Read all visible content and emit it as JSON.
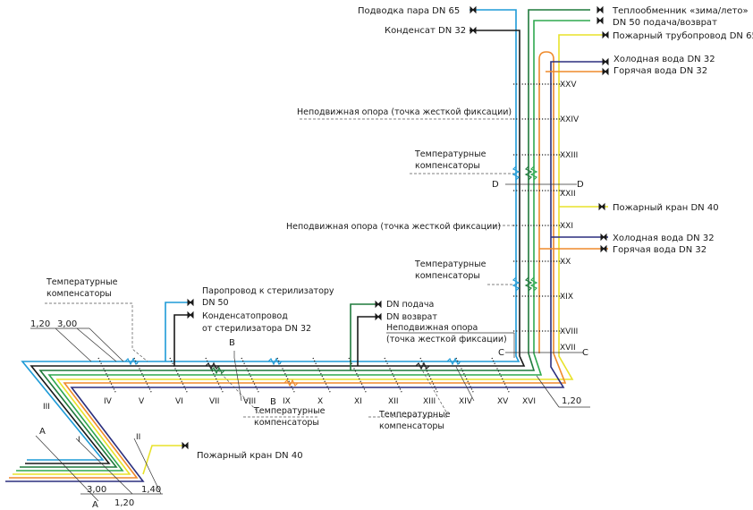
{
  "colors": {
    "steam": "#1e9bd7",
    "condensate": "#1a1a1a",
    "heat_exchanger": "#1f7a3c",
    "supply_return": "#2fa84f",
    "fire": "#e8e22a",
    "hot_water": "#ef8a2b",
    "cold_water": "#2b2f7e"
  },
  "labels": {
    "steam_supply": "Подводка пара DN 65",
    "condensate": "Конденсат DN 32",
    "heat_exchanger": "Теплообменник «зима/лето»",
    "dn50_supply_return": "DN 50 подача/возврат",
    "fire_pipeline": "Пожарный трубопровод DN 65",
    "cold_water_top": "Холодная вода DN 32",
    "hot_water_top": "Горячая вода DN 32",
    "fixed_support_top": "Неподвижная опора (точка жесткой фиксации)",
    "temp_comp_top_1": "Температурные",
    "temp_comp_top_2": "компенсаторы",
    "fire_hydrant_right": "Пожарный кран DN 40",
    "fixed_support_mid": "Неподвижная опора (точка жесткой фиксации)",
    "cold_water_mid": "Холодная вода DN 32",
    "hot_water_mid": "Горячая вода DN 32",
    "temp_comp_mid_1": "Температурные",
    "temp_comp_mid_2": "компенсаторы",
    "fixed_support_low_1": "Неподвижная опора",
    "fixed_support_low_2": "(точка жесткой фиксации)",
    "temp_comp_left_1": "Температурные",
    "temp_comp_left_2": "компенсаторы",
    "steam_to_sterilizer_1": "Паропровод к стерилизатору",
    "steam_to_sterilizer_2": "DN 50",
    "cond_from_sterilizer_1": "Конденсатопровод",
    "cond_from_sterilizer_2": "от стерилизатора DN 32",
    "dn_supply": "DN подача",
    "dn_return": "DN возврат",
    "temp_comp_bot1_1": "Температурные",
    "temp_comp_bot1_2": "компенсаторы",
    "temp_comp_bot2_1": "Температурные",
    "temp_comp_bot2_2": "компенсаторы",
    "fire_hydrant_bottom": "Пожарный кран DN 40"
  },
  "section_marks": {
    "d": "D",
    "c": "C",
    "b": "B",
    "a": "A"
  },
  "dimensions": {
    "d120_left": "1,20",
    "d300_left": "3,00",
    "d120_right": "1,20",
    "d300_bottom": "3,00",
    "d140_bottom": "1,40",
    "d120_bottom": "1,20"
  },
  "roman_vertical": [
    "XXV",
    "XXIV",
    "XXIII",
    "XXII",
    "XXI",
    "XX",
    "XIX",
    "XVIII",
    "XVII"
  ],
  "roman_horizontal": [
    "IV",
    "V",
    "VI",
    "VII",
    "VIII",
    "IX",
    "X",
    "XI",
    "XII",
    "XIII",
    "XIV",
    "XV",
    "XVI"
  ],
  "roman_left": [
    "III",
    "I",
    "II"
  ]
}
